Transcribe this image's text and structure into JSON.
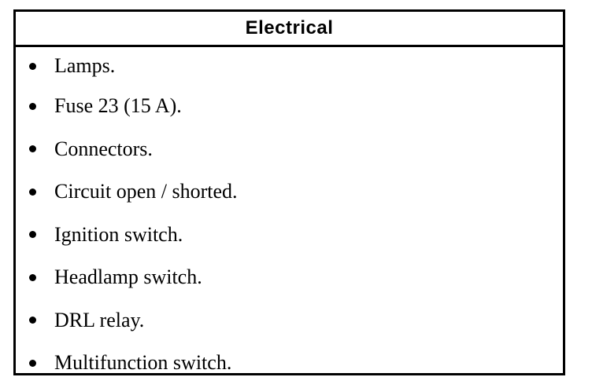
{
  "panel": {
    "title": "Electrical",
    "items": [
      "Lamps.",
      "Fuse 23 (15 A).",
      "Connectors.",
      "Circuit open / shorted.",
      "Ignition switch.",
      "Headlamp switch.",
      "DRL relay.",
      "Multifunction switch."
    ]
  }
}
